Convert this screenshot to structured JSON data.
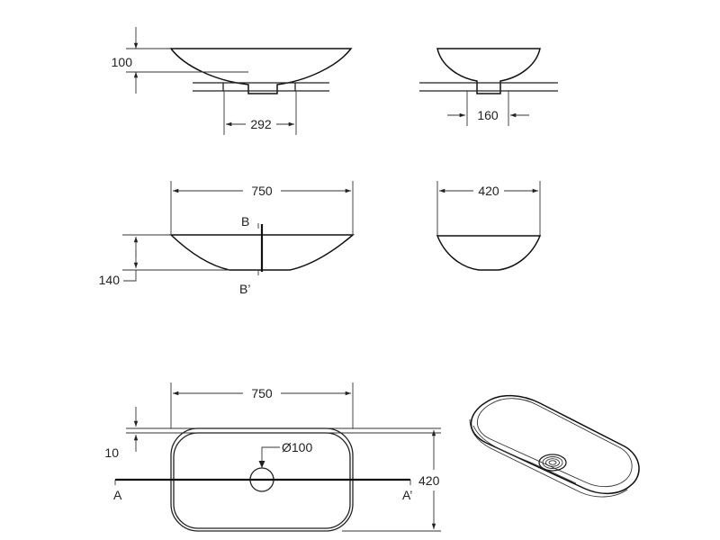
{
  "side_view": {
    "height_label": "100",
    "drain_width_label": "292"
  },
  "end_view": {
    "drain_width_label": "160"
  },
  "section_view": {
    "width_label": "750",
    "height_label": "140",
    "cut_top_label": "B",
    "cut_bottom_label": "B’"
  },
  "section_end_view": {
    "width_label": "420"
  },
  "plan_view": {
    "width_label": "750",
    "depth_label": "420",
    "rim_label": "10",
    "drain_label": "Ø100",
    "cut_left_label": "A",
    "cut_right_label": "A’"
  },
  "iso_view": {
    "icon": "basin-3d-icon"
  }
}
